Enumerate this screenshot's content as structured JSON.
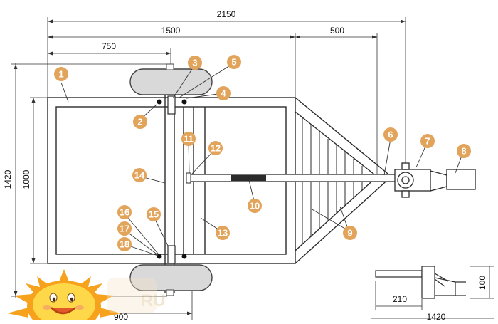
{
  "dimensions": {
    "overall_length": "2150",
    "frame_to_hitch": "1500",
    "drawbar": "500",
    "axle_position": "750",
    "overall_width": "1420",
    "frame_width": "1000",
    "bottom_left": "900",
    "detail_height": "100",
    "detail_length": "210",
    "detail_total": "1420"
  },
  "callouts": [
    "1",
    "2",
    "3",
    "4",
    "5",
    "6",
    "7",
    "8",
    "9",
    "10",
    "11",
    "12",
    "13",
    "14",
    "15",
    "16",
    "17",
    "18"
  ],
  "watermark": "RU",
  "colors": {
    "callout_fill": "#e2a35a",
    "line": "#2b2b2b",
    "wheel_fill": "#d9d9d9",
    "dim_line": "#333333",
    "sun_orange": "#f6a21c",
    "sun_yellow": "#ffd84a"
  },
  "icons": {
    "logo": "sun-mascot-icon"
  }
}
